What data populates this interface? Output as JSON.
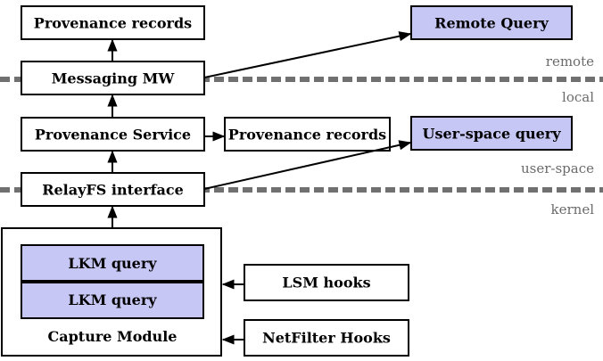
{
  "nodes": {
    "provenance_records_top": "Provenance records",
    "remote_query": "Remote Query",
    "messaging_mw": "Messaging MW",
    "provenance_service": "Provenance Service",
    "provenance_records_mid": "Provenance records",
    "userspace_query": "User-space query",
    "relayfs_interface": "RelayFS interface",
    "lkm_query_1": "LKM query",
    "lkm_query_2": "LKM query",
    "capture_module": "Capture Module",
    "lsm_hooks": "LSM hooks",
    "netfilter_hooks": "NetFilter Hooks"
  },
  "layers": {
    "remote": "remote",
    "local": "local",
    "user_space": "user-space",
    "kernel": "kernel"
  },
  "colors": {
    "query_fill": "#c7c7f5",
    "separator": "#707070",
    "layer_text": "#6b6b6b"
  }
}
